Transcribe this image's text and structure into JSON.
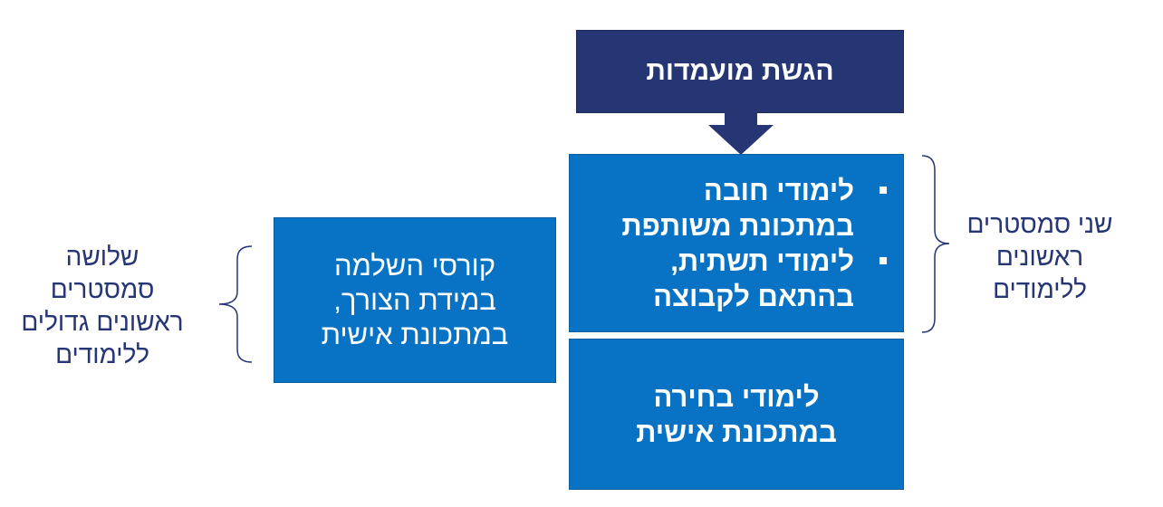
{
  "header": {
    "title": "הגשת מועמדות"
  },
  "core": {
    "items": [
      {
        "line1": "לימודי חובה",
        "line2": "במתכונת משותפת"
      },
      {
        "line1": "לימודי תשתית,",
        "line2": "בהתאם לקבוצה"
      }
    ]
  },
  "electives": {
    "line1": "לימודי בחירה",
    "line2": "במתכונת אישית"
  },
  "completion": {
    "line1": "קורסי השלמה",
    "line2": "במידת הצורך,",
    "line3": "במתכונת אישית"
  },
  "right_label": {
    "line1": "שני סמסטרים",
    "line2": "ראשונים",
    "line3": "ללימודים"
  },
  "left_label": {
    "line1": "שלושה",
    "line2": "סמסטרים",
    "line3": "ראשונים גדולים",
    "line4": "ללימודים"
  },
  "colors": {
    "header_bg": "#263574",
    "box_bg": "#0873c4",
    "label_text": "#263574",
    "brace": "#263574"
  }
}
